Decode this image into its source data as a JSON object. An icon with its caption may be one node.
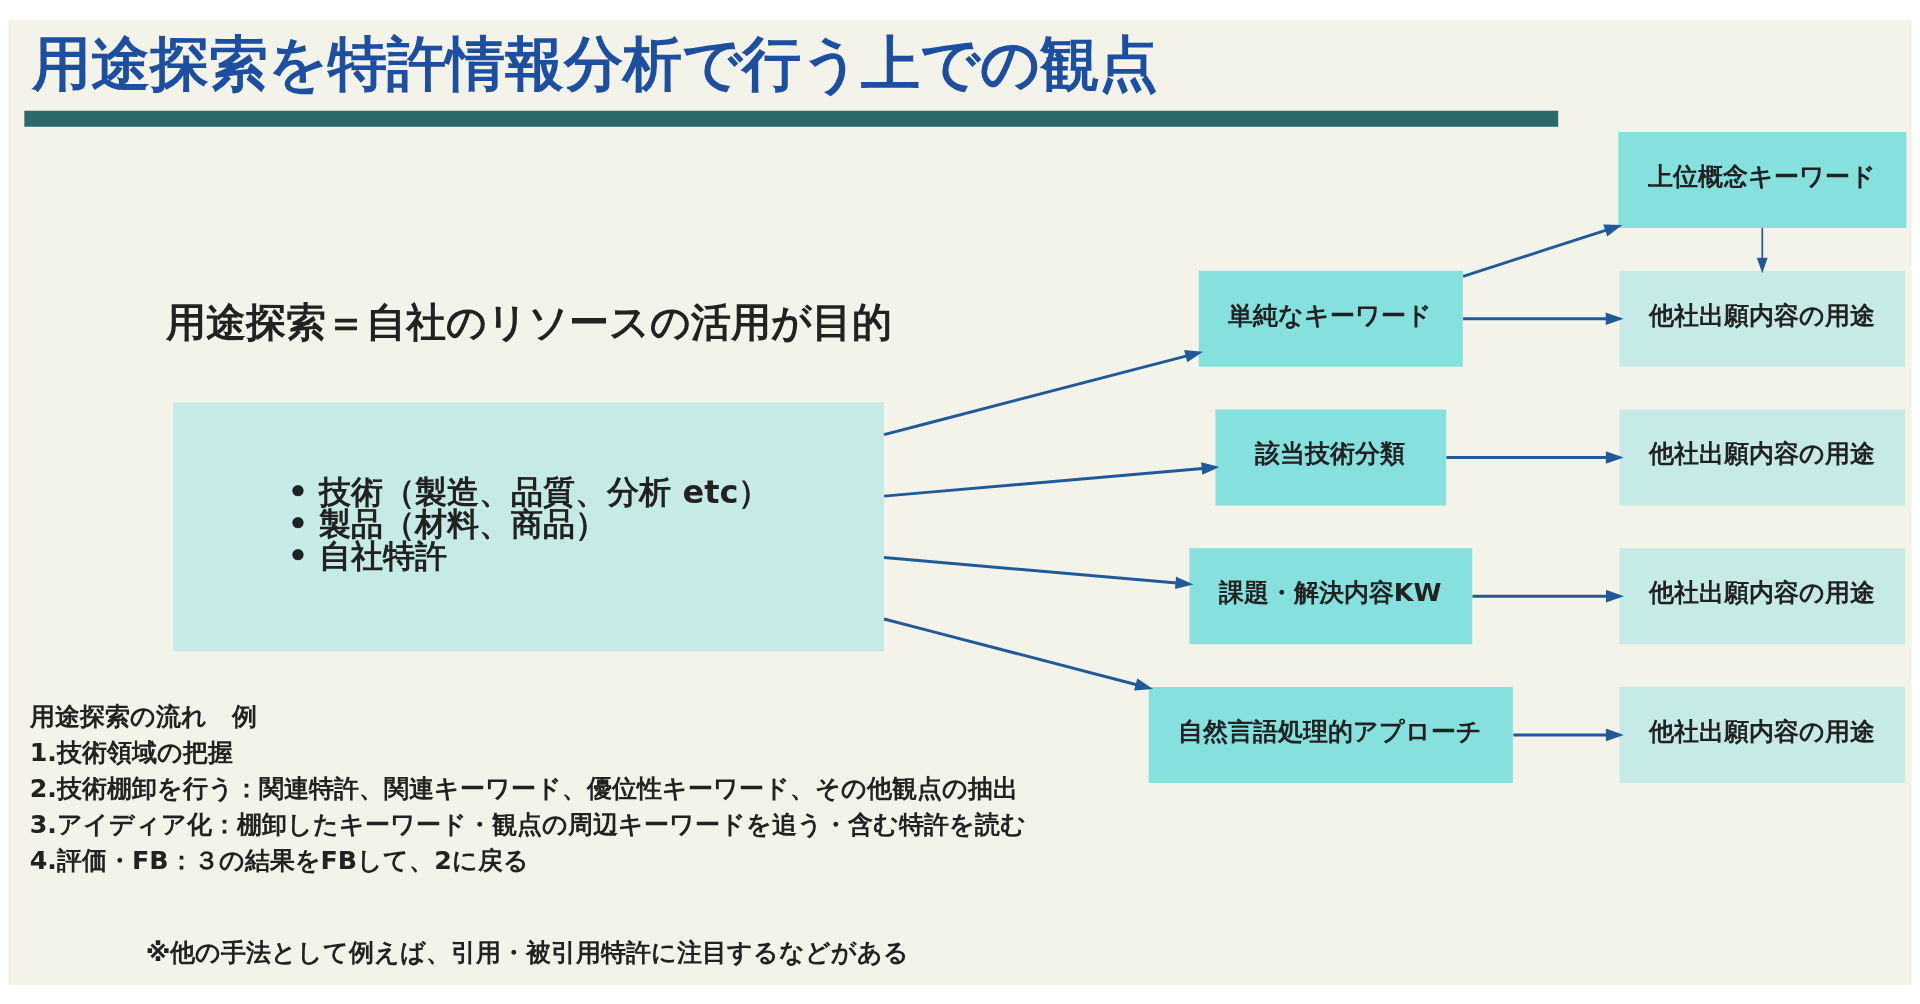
{
  "diagram": {
    "title": "用途探索を特許情報分析で行う上での観点",
    "nodes": [
      {
        "text": [
          "• 技術（製造、品質、分析 etc）",
          "• 製品（材料、商品）",
          "• 自社特許"
        ]
      },
      {
        "text": [
          "単純なキーワード"
        ]
      },
      {
        "text": [
          "上位概念キーワード"
        ]
      },
      {
        "text": [
          "他社出願内容の用途"
        ]
      },
      {
        "text": [
          "該当技術分類"
        ]
      },
      {
        "text": [
          "他社出願内容の用途"
        ]
      },
      {
        "text": [
          "課題・解決内容KW"
        ]
      },
      {
        "text": [
          "他社出願内容の用途"
        ]
      },
      {
        "text": [
          "自然言語処理的アプローチ"
        ]
      },
      {
        "text": [
          "他社出願内容の用途"
        ]
      }
    ],
    "edges": [
      {
        "from": 0,
        "to": 1,
        "arrow": "to"
      },
      {
        "from": 0,
        "to": 4,
        "arrow": "to"
      },
      {
        "from": 0,
        "to": 6,
        "arrow": "to"
      },
      {
        "from": 0,
        "to": 8,
        "arrow": "to"
      },
      {
        "from": 1,
        "to": 2,
        "arrow": "to"
      },
      {
        "from": 1,
        "to": 3,
        "arrow": "to"
      },
      {
        "from": 2,
        "to": 3,
        "arrow": "to"
      },
      {
        "from": 4,
        "to": 5,
        "arrow": "to"
      },
      {
        "from": 6,
        "to": 7,
        "arrow": "to"
      },
      {
        "from": 8,
        "to": 9,
        "arrow": "to"
      }
    ],
    "labels": [
      "用途探索＝自社のリソースの活用が目的",
      "用途探索の流れ　例",
      "1.技術領域の把握",
      "2.技術棚卸を行う：関連特許、関連キーワード、優位性キーワード、その他観点の抽出",
      "3.アイディア化：棚卸したキーワード・観点の周辺キーワードを追う・含む特許を読む",
      "4.評価・FB：３の結果をFBして、2に戻る",
      "※他の手法として例えば、引用・被引用特許に注目するなどがある"
    ]
  }
}
